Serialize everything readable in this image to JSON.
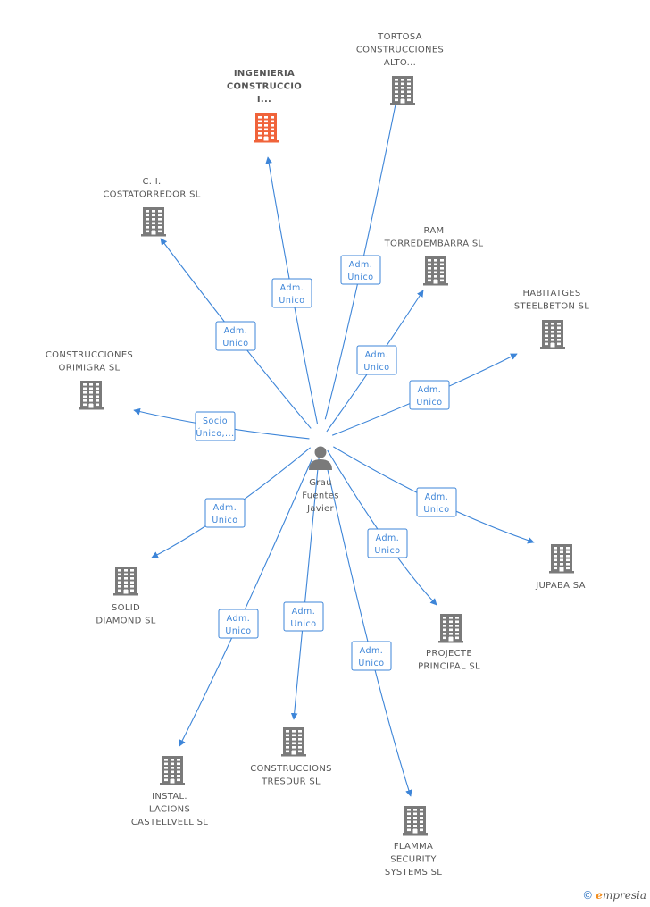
{
  "center": {
    "id": "grau",
    "label": [
      "Grau",
      "Fuentes",
      "Javier"
    ],
    "icon": "person-icon"
  },
  "nodes": [
    {
      "id": "tortosa",
      "label": [
        "TORTOSA",
        "CONSTRUCCIONES",
        "ALTO..."
      ],
      "icon": "building-icon",
      "highlight": false
    },
    {
      "id": "ingenieria",
      "label": [
        "INGENIERIA",
        "CONSTRUCCIO",
        "I..."
      ],
      "icon": "building-icon",
      "highlight": true
    },
    {
      "id": "costatorredor",
      "label": [
        "C. I.",
        "COSTATORREDOR SL"
      ],
      "icon": "building-icon",
      "highlight": false
    },
    {
      "id": "ramtorredembarra",
      "label": [
        "RAM",
        "TORREDEMBARRA SL"
      ],
      "icon": "building-icon",
      "highlight": false
    },
    {
      "id": "habitatges",
      "label": [
        "HABITATGES",
        "STEELBETON SL"
      ],
      "icon": "building-icon",
      "highlight": false
    },
    {
      "id": "orimigra",
      "label": [
        "CONSTRUCCIONES",
        "ORIMIGRA SL"
      ],
      "icon": "building-icon",
      "highlight": false
    },
    {
      "id": "soliddiamond",
      "label": [
        "SOLID",
        "DIAMOND SL"
      ],
      "icon": "building-icon",
      "highlight": false
    },
    {
      "id": "jupaba",
      "label": [
        "JUPABA SA"
      ],
      "icon": "building-icon",
      "highlight": false
    },
    {
      "id": "projecte",
      "label": [
        "PROJECTE",
        "PRINCIPAL SL"
      ],
      "icon": "building-icon",
      "highlight": false
    },
    {
      "id": "instal",
      "label": [
        "INSTAL.",
        "LACIONS",
        "CASTELLVELL SL"
      ],
      "icon": "building-icon",
      "highlight": false
    },
    {
      "id": "tresdur",
      "label": [
        "CONSTRUCCIONS",
        "TRESDUR SL"
      ],
      "icon": "building-icon",
      "highlight": false
    },
    {
      "id": "flamma",
      "label": [
        "FLAMMA",
        "SECURITY",
        "SYSTEMS SL"
      ],
      "icon": "building-icon",
      "highlight": false
    }
  ],
  "edges": [
    {
      "to": "tortosa",
      "label": [
        "Adm.",
        "Unico"
      ]
    },
    {
      "to": "ingenieria",
      "label": [
        "Adm.",
        "Unico"
      ]
    },
    {
      "to": "costatorredor",
      "label": [
        "Adm.",
        "Unico"
      ]
    },
    {
      "to": "ramtorredembarra",
      "label": [
        "Adm.",
        "Unico"
      ]
    },
    {
      "to": "habitatges",
      "label": [
        "Adm.",
        "Unico"
      ]
    },
    {
      "to": "orimigra",
      "label": [
        "Socio",
        "Único,..."
      ]
    },
    {
      "to": "soliddiamond",
      "label": [
        "Adm.",
        "Unico"
      ]
    },
    {
      "to": "jupaba",
      "label": [
        "Adm.",
        "Unico"
      ]
    },
    {
      "to": "projecte",
      "label": [
        "Adm.",
        "Unico"
      ]
    },
    {
      "to": "instal",
      "label": [
        "Adm.",
        "Unico"
      ]
    },
    {
      "to": "tresdur",
      "label": [
        "Adm.",
        "Unico"
      ]
    },
    {
      "to": "flamma",
      "label": [
        "Adm.",
        "Unico"
      ]
    }
  ],
  "colors": {
    "edge": "#3d85d8",
    "building": "#7a7a7a",
    "building_highlight": "#f0633a",
    "person": "#7a7a7a"
  },
  "footer": {
    "copyright": "©",
    "brand_initial": "e",
    "brand_rest": "mpresia"
  }
}
